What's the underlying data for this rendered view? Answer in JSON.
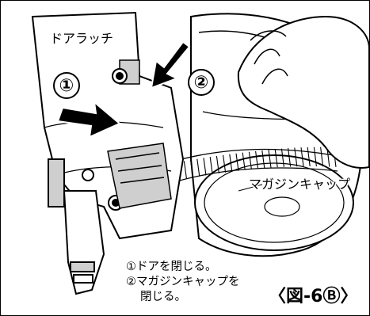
{
  "labels": {
    "door_latch": "ドアラッチ",
    "magazine_cap": "マガジンキャップ"
  },
  "markers": {
    "step1": "①",
    "step2": "②"
  },
  "caption": {
    "line1": "①ドアを閉じる。",
    "line2": "②マガジンキャップを",
    "line3": "閉じる。"
  },
  "figure_ref": "〈図-6Ⓑ〉",
  "colors": {
    "ink": "#000000",
    "paper": "#ffffff",
    "shade": "#cfcfcf"
  }
}
